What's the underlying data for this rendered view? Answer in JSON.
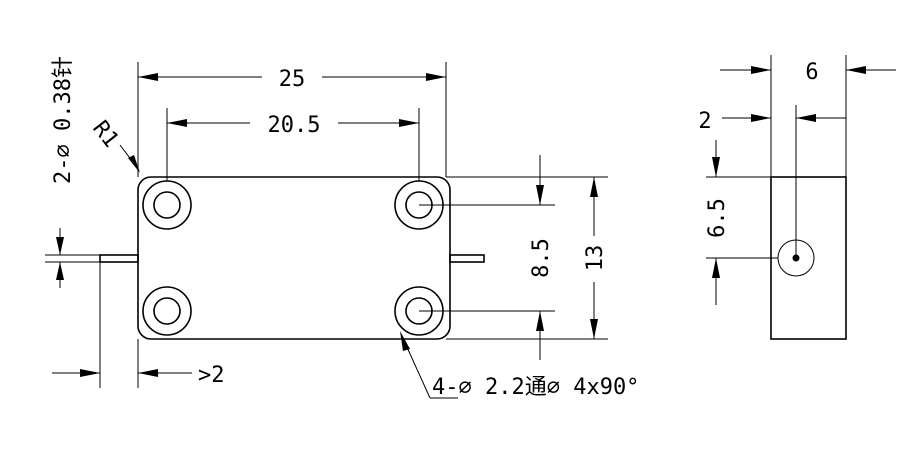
{
  "dimensions": {
    "overall_length": "25",
    "hole_pitch_x": "20.5",
    "hole_pitch_y": "8.5",
    "overall_height": "13",
    "pin_extension": ">2",
    "corner_radius": "R1",
    "pins": "2-∅ 0.38针",
    "holes": "4-∅ 2.2通∅ 4x90°",
    "side_width": "6",
    "side_offset": "2",
    "side_pin_height": "6.5"
  }
}
